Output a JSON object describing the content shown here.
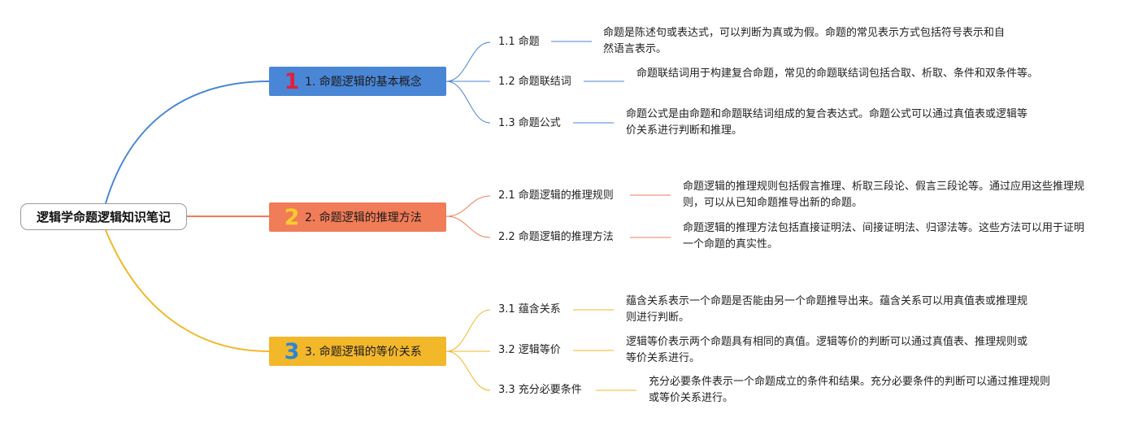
{
  "root": {
    "title": "逻辑学命题逻辑知识笔记"
  },
  "branches": [
    {
      "number": "1",
      "label": "1. 命题逻辑的基本概念",
      "color": "#4a86d6",
      "number_color": "#e0213c",
      "children": [
        {
          "label": "1.1 命题",
          "description": "命题是陈述句或表达式，可以判断为真或为假。命题的常见表示方式包括符号表示和自然语言表示。"
        },
        {
          "label": "1.2 命题联结词",
          "description": "命题联结词用于构建复合命题，常见的命题联结词包括合取、析取、条件和双条件等。"
        },
        {
          "label": "1.3 命题公式",
          "description": "命题公式是由命题和命题联结词组成的复合表达式。命题公式可以通过真值表或逻辑等价关系进行判断和推理。"
        }
      ]
    },
    {
      "number": "2",
      "label": "2. 命题逻辑的推理方法",
      "color": "#f07c58",
      "number_color": "#fbcb2c",
      "children": [
        {
          "label": "2.1 命题逻辑的推理规则",
          "description": "命题逻辑的推理规则包括假言推理、析取三段论、假言三段论等。通过应用这些推理规则，可以从已知命题推导出新的命题。"
        },
        {
          "label": "2.2 命题逻辑的推理方法",
          "description": "命题逻辑的推理方法包括直接证明法、间接证明法、归谬法等。这些方法可以用于证明一个命题的真实性。"
        }
      ]
    },
    {
      "number": "3",
      "label": "3. 命题逻辑的等价关系",
      "color": "#f3b72a",
      "number_color": "#2b86d1",
      "children": [
        {
          "label": "3.1 蕴含关系",
          "description": "蕴含关系表示一个命题是否能由另一个命题推导出来。蕴含关系可以用真值表或推理规则进行判断。"
        },
        {
          "label": "3.2 逻辑等价",
          "description": "逻辑等价表示两个命题具有相同的真值。逻辑等价的判断可以通过真值表、推理规则或等价关系进行。"
        },
        {
          "label": "3.3 充分必要条件",
          "description": "充分必要条件表示一个命题成立的条件和结果。充分必要条件的判断可以通过推理规则或等价关系进行。"
        }
      ]
    }
  ]
}
